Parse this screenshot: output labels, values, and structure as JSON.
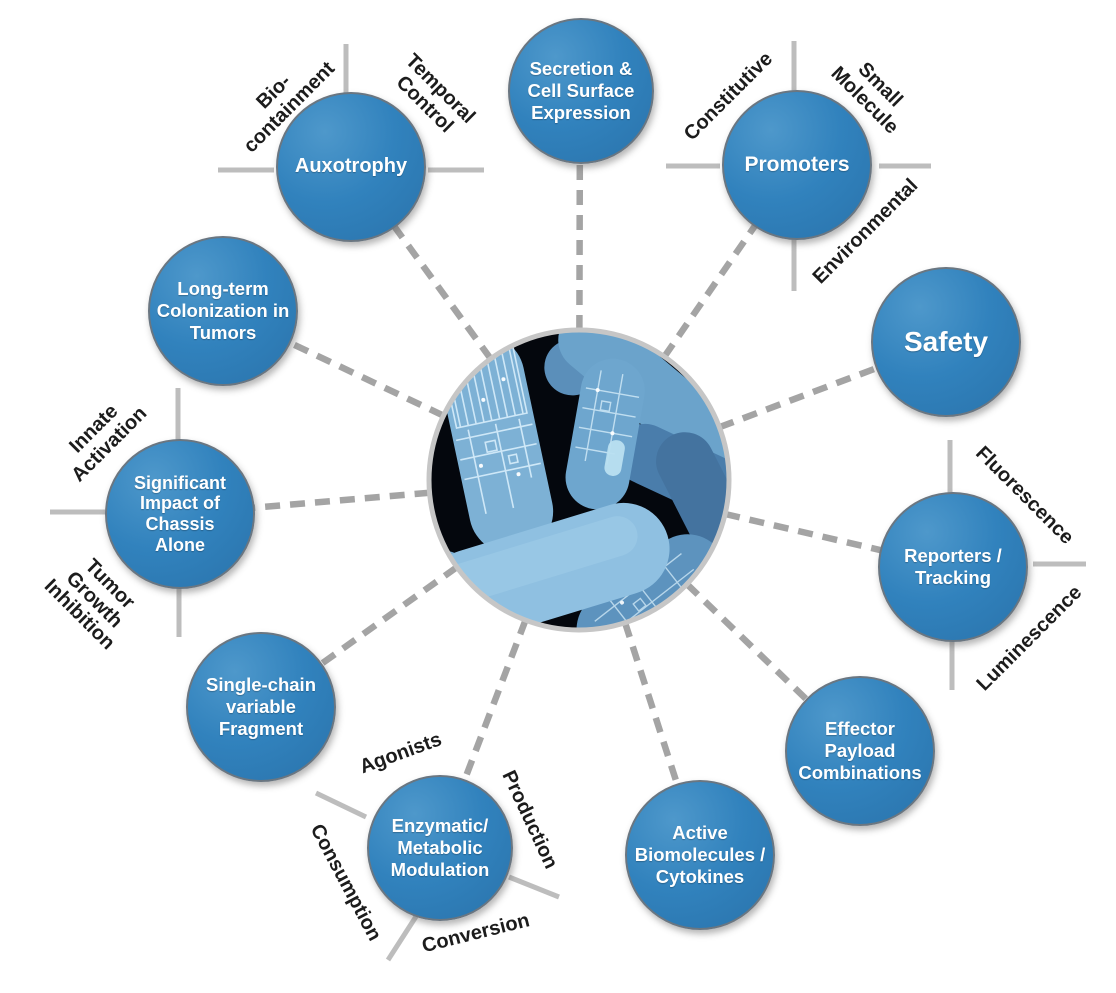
{
  "diagram": {
    "center_image_alt": "Electron micrograph of rod-shaped bacteria overlaid with electronic circuit patterns",
    "colors": {
      "node_fill": "#2f7db8",
      "node_border": "#6a7681",
      "node_text": "#ffffff",
      "satellite_text": "#1c1c1c",
      "connector_dash": "#a4a4a4",
      "tick_line": "#bdbdbd",
      "center_ring": "#c6c6c6"
    },
    "nodes": [
      {
        "id": "auxotrophy",
        "label": "Auxotrophy"
      },
      {
        "id": "secretion-cell-surface-expression",
        "label": "Secretion &\nCell Surface\nExpression"
      },
      {
        "id": "promoters",
        "label": "Promoters"
      },
      {
        "id": "safety",
        "label": "Safety"
      },
      {
        "id": "reporters-tracking",
        "label": "Reporters /\nTracking"
      },
      {
        "id": "effector-payload-combinations",
        "label": "Effector\nPayload\nCombinations"
      },
      {
        "id": "active-biomolecules-cytokines",
        "label": "Active\nBiomolecules /\nCytokines"
      },
      {
        "id": "enzymatic-metabolic-modulation",
        "label": "Enzymatic/\nMetabolic\nModulation"
      },
      {
        "id": "single-chain-variable-fragment",
        "label": "Single-chain\nvariable\nFragment"
      },
      {
        "id": "significant-impact-of-chassis-alone",
        "label": "Significant\nImpact of\nChassis\nAlone"
      },
      {
        "id": "long-term-colonization-in-tumors",
        "label": "Long-term\nColonization in\nTumors"
      }
    ],
    "satellites": [
      {
        "id": "bio-containment",
        "label": "Bio-\ncontainment"
      },
      {
        "id": "temporal-control",
        "label": "Temporal\nControl"
      },
      {
        "id": "constitutive",
        "label": "Constitutive"
      },
      {
        "id": "small-molecule",
        "label": "Small\nMolecule"
      },
      {
        "id": "environmental",
        "label": "Environmental"
      },
      {
        "id": "fluorescence",
        "label": "Fluorescence"
      },
      {
        "id": "luminescence",
        "label": "Luminescence"
      },
      {
        "id": "innate-activation",
        "label": "Innate\nActivation"
      },
      {
        "id": "tumor-growth-inhibition",
        "label": "Tumor\nGrowth\nInhibition"
      },
      {
        "id": "agonists",
        "label": "Agonists"
      },
      {
        "id": "production",
        "label": "Production"
      },
      {
        "id": "consumption",
        "label": "Consumption"
      },
      {
        "id": "conversion",
        "label": "Conversion"
      }
    ]
  }
}
